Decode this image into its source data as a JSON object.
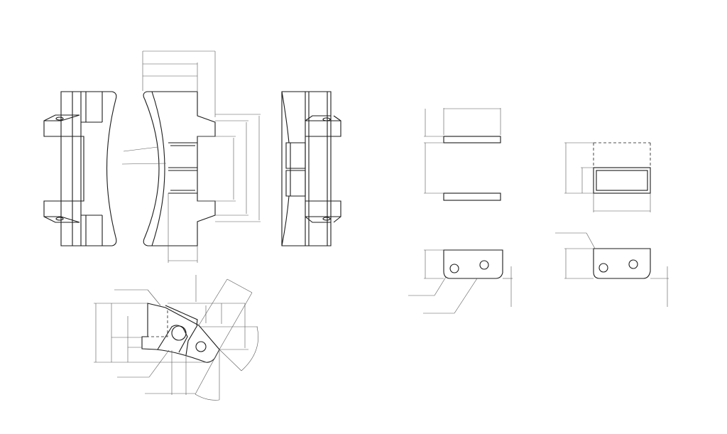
{
  "drawing": {
    "kind": "technical-drawing",
    "colors": {
      "outline": "#1a1a1a",
      "dimension": "#555555",
      "background": "#ffffff"
    },
    "views": [
      "left-side-view",
      "front-view",
      "right-side-view",
      "section-view",
      "top-plate-view",
      "box-view",
      "bracket-view-a",
      "bracket-view-b"
    ]
  }
}
